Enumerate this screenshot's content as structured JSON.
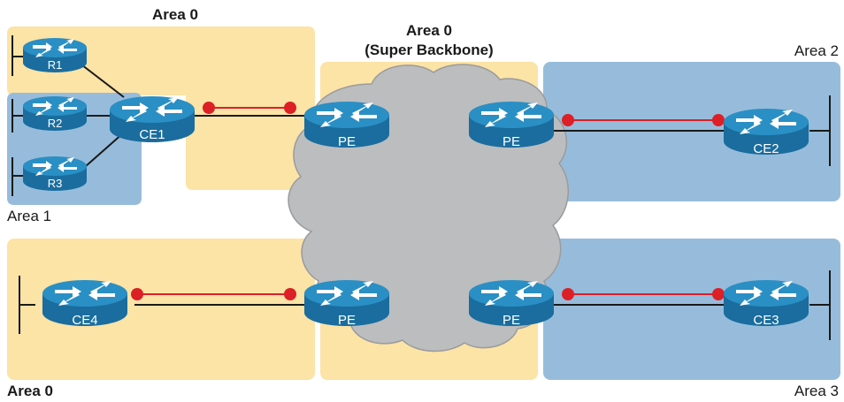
{
  "colors": {
    "yellow_area": "#fce3a6",
    "blue_area": "#97bcdb",
    "cloud": "#bcbdbf",
    "router_top": "#2a8fc4",
    "router_side": "#1a6d9e",
    "link_red": "#dd1f26",
    "link_black": "#1a1a1a"
  },
  "areas": {
    "top_left": "Area 0",
    "backbone_line1": "Area 0",
    "backbone_line2": "(Super Backbone)",
    "area1": "Area 1",
    "area2": "Area 2",
    "area3": "Area 3",
    "bottom_left": "Area 0"
  },
  "routers": {
    "r1": "R1",
    "r2": "R2",
    "r3": "R3",
    "ce1": "CE1",
    "ce2": "CE2",
    "ce3": "CE3",
    "ce4": "CE4",
    "pe_top_left": "PE",
    "pe_top_right": "PE",
    "pe_bottom_left": "PE",
    "pe_bottom_right": "PE"
  },
  "icons": {
    "router": "router-icon",
    "cloud": "cloud-icon"
  }
}
